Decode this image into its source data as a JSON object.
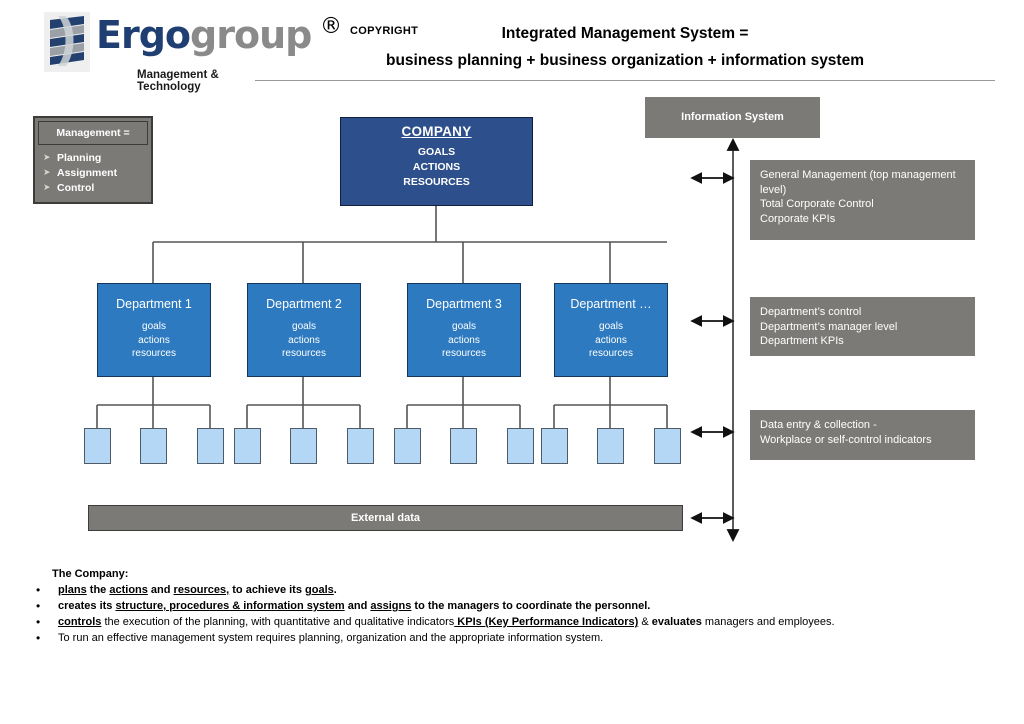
{
  "header": {
    "logo_word_part1": "Ergo",
    "logo_word_part2": "group",
    "logo_tagline": "Management & Technology",
    "registered_mark": "®",
    "copyright_label": "COPYRIGHT",
    "title_line1": "Integrated Management System =",
    "title_line2": "business planning + business organization + information system"
  },
  "management_box": {
    "header": "Management =",
    "bullet_glyph": "➤",
    "items": [
      "Planning",
      "Assignment",
      "Control"
    ]
  },
  "company_box": {
    "title": "COMPANY",
    "lines": [
      "GOALS",
      "ACTIONS",
      "RESOURCES"
    ]
  },
  "departments": [
    {
      "title": "Department 1",
      "lines": [
        "goals",
        "actions",
        "resources"
      ]
    },
    {
      "title": "Department 2",
      "lines": [
        "goals",
        "actions",
        "resources"
      ]
    },
    {
      "title": "Department 3",
      "lines": [
        "goals",
        "actions",
        "resources"
      ]
    },
    {
      "title": "Department  …",
      "lines": [
        "goals",
        "actions",
        "resources"
      ]
    }
  ],
  "leaf_boxes": {
    "count": 12,
    "label": ""
  },
  "external_data": {
    "label": "External data"
  },
  "right_panels": {
    "information_system": "Information System",
    "general_management": "General Management (top management level)\nTotal Corporate Control\nCorporate KPIs",
    "department_level": "Department’s control\nDepartment’s manager level\nDepartment KPIs",
    "data_entry": "Data entry & collection -\nWorkplace or self-control indicators"
  },
  "notes": {
    "heading": "The Company:",
    "bullet_glyph": "•",
    "items": [
      "plans the actions and resources, to achieve its goals.",
      "creates its structure, procedures & information system and assigns to the managers to coordinate the personnel.",
      "controls the execution of the planning, with quantitative and qualitative indicators KPIs (Key Performance Indicators) & evaluates managers and employees.",
      "To run an effective management system requires planning, organization and the appropriate information system."
    ]
  },
  "colors": {
    "company_blue": "#2d4f8b",
    "department_blue": "#2d7ac0",
    "leaf_blue": "#b3d7f5",
    "panel_gray": "#7c7a77",
    "logo_blue": "#1f3f73",
    "logo_gray": "#8a8a8a"
  }
}
